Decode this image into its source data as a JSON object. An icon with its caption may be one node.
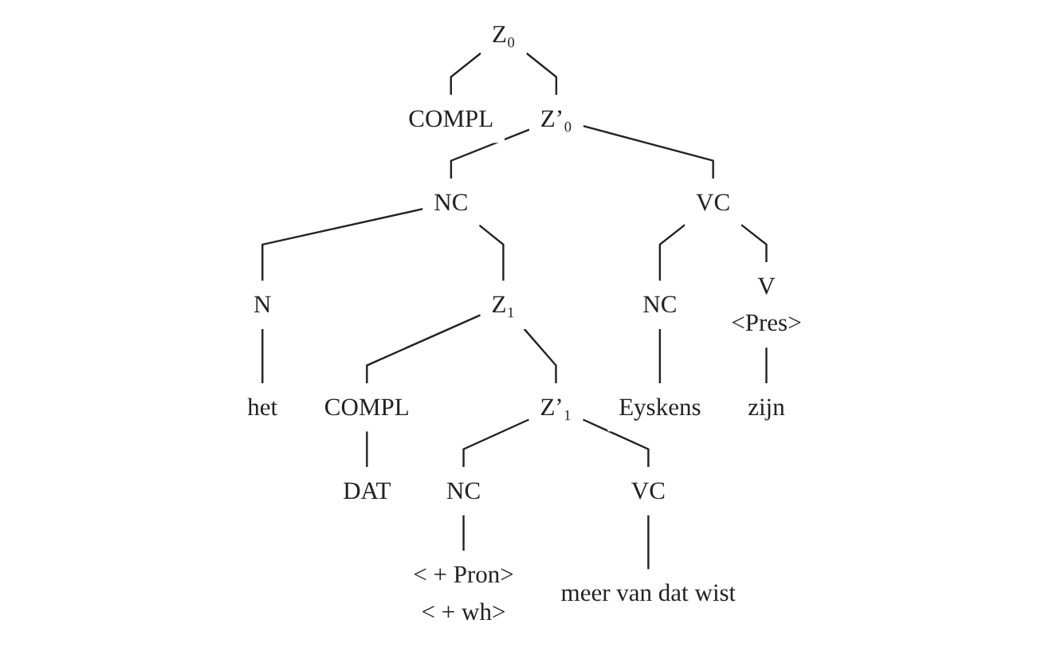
{
  "diagram": {
    "nodes": [
      {
        "text": [
          "Z₀"
        ]
      },
      {
        "text": [
          "COMPL"
        ]
      },
      {
        "text": [
          "Z’₀"
        ]
      },
      {
        "text": [
          "NC"
        ]
      },
      {
        "text": [
          "VC"
        ]
      },
      {
        "text": [
          "N"
        ]
      },
      {
        "text": [
          "Z₁"
        ]
      },
      {
        "text": [
          "NC"
        ]
      },
      {
        "text": [
          "V",
          "<Pres>"
        ]
      },
      {
        "text": [
          "het"
        ]
      },
      {
        "text": [
          "COMPL"
        ]
      },
      {
        "text": [
          "Z’₁"
        ]
      },
      {
        "text": [
          "Eyskens"
        ]
      },
      {
        "text": [
          "zijn"
        ]
      },
      {
        "text": [
          "DAT"
        ]
      },
      {
        "text": [
          "NC"
        ]
      },
      {
        "text": [
          "VC"
        ]
      },
      {
        "text": [
          "< + Pron>",
          "< + wh>"
        ]
      },
      {
        "text": [
          "meer van dat wist"
        ]
      }
    ],
    "edges": [
      {
        "from": 0,
        "to": 1,
        "arrow": "none"
      },
      {
        "from": 0,
        "to": 2,
        "arrow": "none"
      },
      {
        "from": 2,
        "to": 3,
        "arrow": "none"
      },
      {
        "from": 2,
        "to": 4,
        "arrow": "none"
      },
      {
        "from": 3,
        "to": 5,
        "arrow": "none"
      },
      {
        "from": 3,
        "to": 6,
        "arrow": "none"
      },
      {
        "from": 4,
        "to": 7,
        "arrow": "none"
      },
      {
        "from": 4,
        "to": 8,
        "arrow": "none"
      },
      {
        "from": 5,
        "to": 9,
        "arrow": "none"
      },
      {
        "from": 6,
        "to": 10,
        "arrow": "none"
      },
      {
        "from": 6,
        "to": 11,
        "arrow": "none"
      },
      {
        "from": 7,
        "to": 12,
        "arrow": "none"
      },
      {
        "from": 8,
        "to": 13,
        "arrow": "none"
      },
      {
        "from": 10,
        "to": 14,
        "arrow": "none"
      },
      {
        "from": 11,
        "to": 15,
        "arrow": "none"
      },
      {
        "from": 11,
        "to": 16,
        "arrow": "none"
      },
      {
        "from": 15,
        "to": 17,
        "arrow": "none"
      },
      {
        "from": 16,
        "to": 18,
        "arrow": "none"
      }
    ]
  }
}
